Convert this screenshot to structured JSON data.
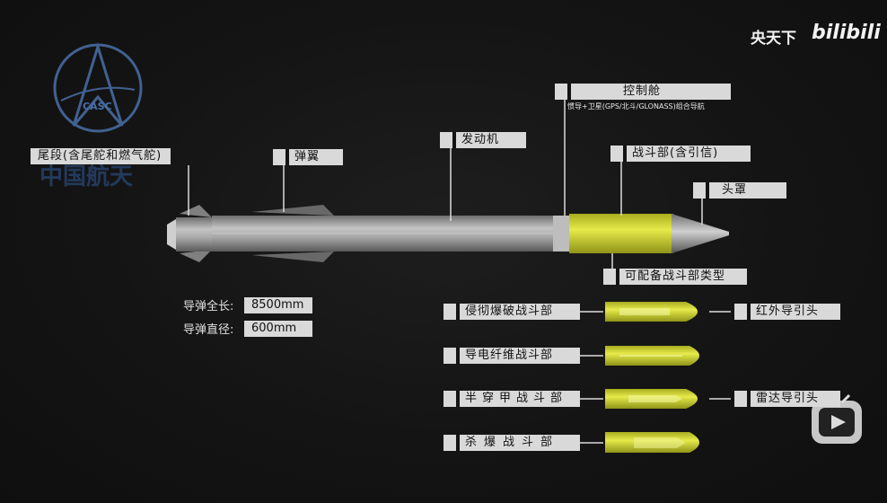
{
  "watermark": {
    "channel": "央天下",
    "platform": "bilibili"
  },
  "logo": {
    "text": "CASC",
    "cn_text": "中国航天"
  },
  "missile_parts": {
    "tail": "尾段(含尾舵和燃气舵)",
    "wing": "弹翼",
    "engine": "发动机",
    "control": "控制舱",
    "control_sub": "惯导+卫星(GPS/北斗/GLONASS)组合导航",
    "warhead": "战斗部(含引信)",
    "nose": "头罩",
    "warhead_types_title": "可配备战斗部类型"
  },
  "specs": {
    "length_label": "导弹全长:",
    "length_value": "8500mm",
    "diameter_label": "导弹直径:",
    "diameter_value": "600mm"
  },
  "warhead_types": [
    {
      "name": "侵彻爆破战斗部",
      "seeker": "红外导引头"
    },
    {
      "name": "导电纤维战斗部",
      "seeker": ""
    },
    {
      "name": "半穿甲战斗部",
      "seeker": "雷达导引头"
    },
    {
      "name": "杀爆战斗部",
      "seeker": ""
    }
  ],
  "colors": {
    "background": "#141414",
    "label_bg": "#d9d9d9",
    "warhead_yellow": "#d8dc3c",
    "missile_body": "#9a9a9a"
  },
  "icons": {
    "player": "play-icon"
  }
}
